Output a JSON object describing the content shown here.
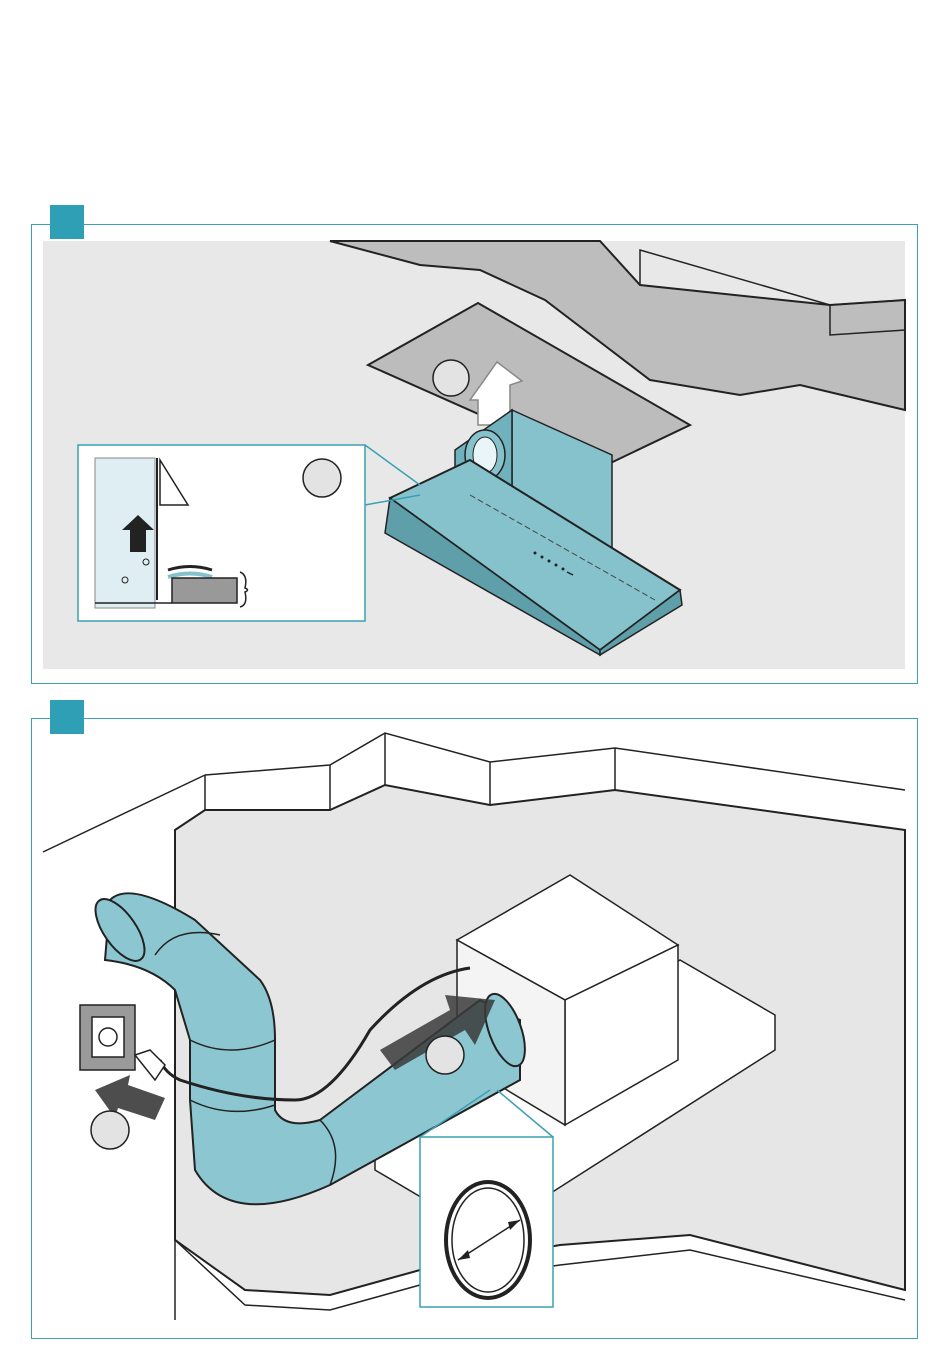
{
  "colors": {
    "accent": "#2f9fb5",
    "panel_border": "#3aa0b2",
    "hood_fill": "#86c2cc",
    "duct_fill": "#8cc7d1",
    "ceiling_grey": "#bdbdbd",
    "background_grey": "#e8e8e8",
    "callout_grey": "#e3e3e3"
  },
  "steps": [
    {
      "id": 1,
      "callouts": 2
    },
    {
      "id": 2,
      "callouts": 2
    }
  ],
  "icons": [
    "up-arrow-icon",
    "push-arrow-icon",
    "diameter-arrow-icon",
    "plug-icon",
    "socket-icon"
  ]
}
